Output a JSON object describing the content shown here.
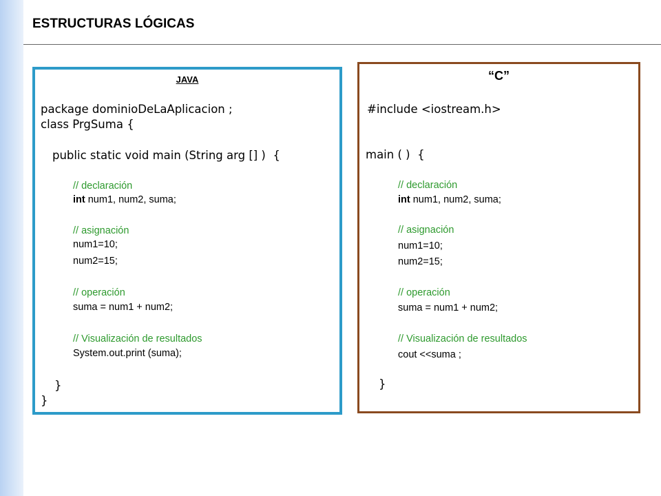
{
  "title": "ESTRUCTURAS LÓGICAS",
  "java": {
    "heading": "JAVA",
    "package_line": "package dominioDeLaAplicacion ;",
    "class_line": "class PrgSuma {",
    "main_line": "public static void main (String arg [] )  {",
    "comment_declaracion": "// declaración",
    "int_keyword": "int",
    "declaration_rest": " num1, num2, suma;",
    "comment_asignacion": "// asignación",
    "assign1": "num1=10;",
    "assign2": "num2=15;",
    "comment_operacion": "// operación",
    "operation": "suma = num1 + num2;",
    "comment_visualizacion": "// Visualización de resultados",
    "output": "System.out.print (suma);",
    "close_inner": "}",
    "close_outer": "}"
  },
  "c": {
    "heading": "“C”",
    "include_line": "#include <iostream.h>",
    "main_line": "main ( )  {",
    "comment_declaracion": "// declaración",
    "int_keyword": "int",
    "declaration_rest": " num1, num2, suma;",
    "comment_asignacion": "// asignación",
    "assign1": "num1=10;",
    "assign2": "num2=15;",
    "comment_operacion": "// operación",
    "operation": "suma = num1 + num2;",
    "comment_visualizacion": "// Visualización de resultados",
    "output": "cout <<suma ;",
    "close": "}"
  },
  "colors": {
    "java_border": "#2d9bc9",
    "c_border": "#8a4a1f",
    "comment": "#2e9a2e",
    "side_bar": "#b9d2f2"
  }
}
